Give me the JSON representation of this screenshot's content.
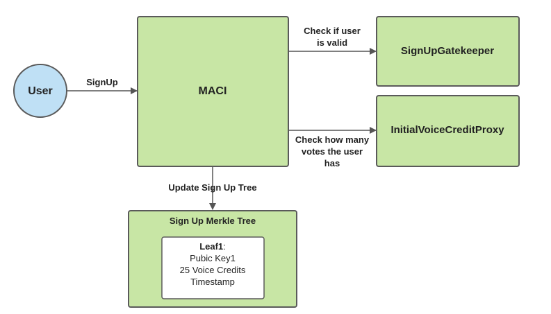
{
  "colors": {
    "node_fill": "#c8e6a5",
    "node_stroke": "#5a5a5a",
    "user_fill": "#bfe0f5",
    "leaf_fill": "#ffffff",
    "edge": "#555555",
    "text": "#222222"
  },
  "nodes": {
    "user": "User",
    "maci": "MACI",
    "gatekeeper": "SignUpGatekeeper",
    "voice_proxy": "InitialVoiceCreditProxy",
    "merkle_tree": "Sign Up Merkle Tree",
    "leaf": {
      "title": "Leaf1",
      "title_suffix": ":",
      "lines": [
        "Pubic Key1",
        "25 Voice Credits",
        "Timestamp"
      ]
    }
  },
  "edges": {
    "signup": "SignUp",
    "check_user_valid": [
      "Check if user",
      "is valid"
    ],
    "check_votes": [
      "Check how many",
      "votes the user",
      "has"
    ],
    "update_tree": "Update Sign Up Tree"
  }
}
